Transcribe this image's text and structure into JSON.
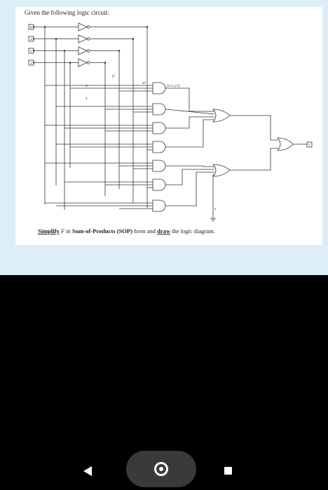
{
  "question": {
    "title": "Given the following logic circuit:",
    "caption": {
      "simplify": "Simplify",
      "f": " F",
      "in": " in ",
      "sop": "Sum-of-Products (SOP)",
      "form_and": " form and ",
      "draw": "draw",
      "rest": " the logic diagram."
    }
  },
  "circuit": {
    "inputs": [
      "W",
      "X",
      "Y",
      "Z"
    ],
    "labels": {
      "x": "x",
      "z": "z",
      "y_prime": "y'",
      "w_prime": "w'",
      "term": "(w'z y'z)",
      "ground": "0",
      "output": "F"
    }
  },
  "navbar": {
    "back_icon": "back-triangle-icon",
    "home_icon": "home-circle-icon",
    "recent_icon": "recent-square-icon",
    "color": "#ffffff"
  }
}
